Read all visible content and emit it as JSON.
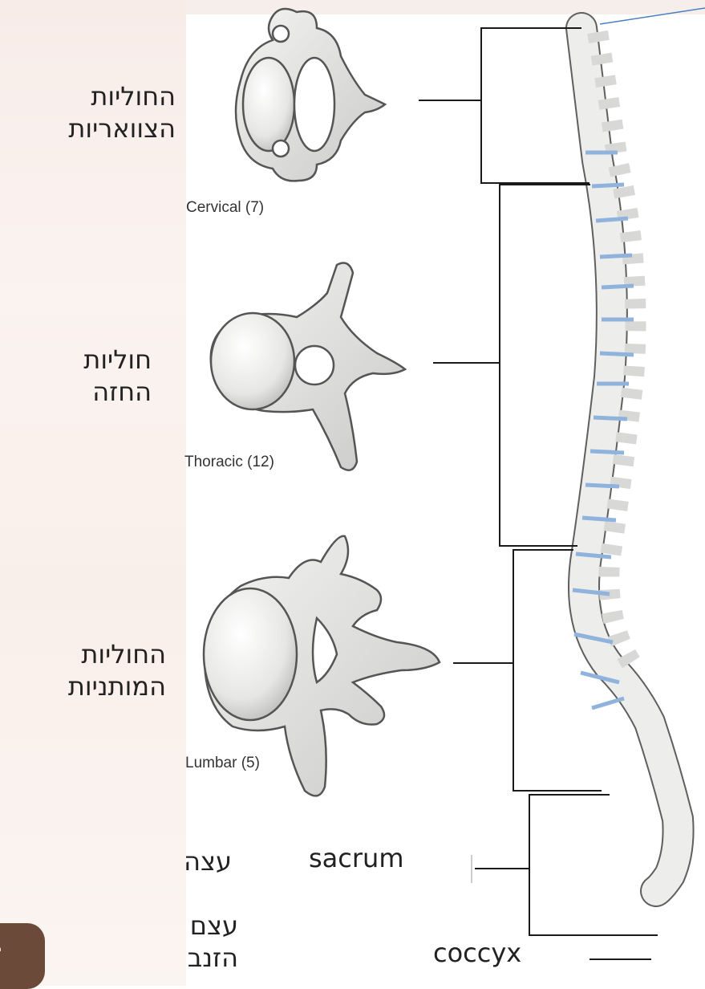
{
  "labels": {
    "cervical_he": [
      "החוליות",
      "הצוואריות"
    ],
    "thoracic_he": [
      "חוליות",
      "החזה"
    ],
    "lumbar_he": [
      "החוליות",
      "המותניות"
    ],
    "sacrum_he": [
      "עצה"
    ],
    "coccyx_he": [
      "עצם",
      "הזנב"
    ],
    "cervical_en": "Cervical (7)",
    "thoracic_en": "Thoracic (12)",
    "lumbar_en": "Lumbar (5)",
    "sacrum_en": "sacrum",
    "coccyx_en": "coccyx"
  },
  "logo": {
    "text": "הס"
  },
  "colors": {
    "bone": "#ececea",
    "bone_outline": "#5f5f5f",
    "disc": "#8fb3dc",
    "line": "#1a1a1a",
    "accent_line": "#4a7fc4",
    "logo_bg": "#6b4a3a"
  }
}
